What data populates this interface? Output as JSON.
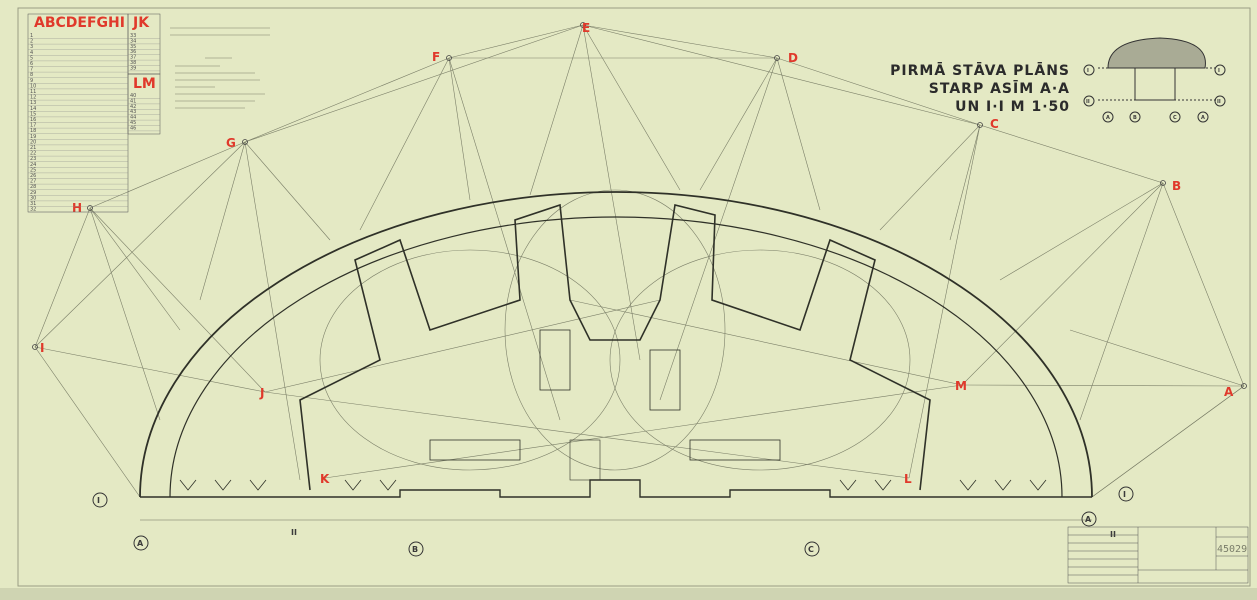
{
  "title": {
    "line1": "PIRMĀ  STĀVA  PLĀNS",
    "line2": "STARP  ASĪM  A·A",
    "line3": "UN  I·I  M  1·50"
  },
  "stations": {
    "A": "A",
    "B": "B",
    "C": "C",
    "D": "D",
    "E": "E",
    "F": "F",
    "G": "G",
    "H": "H",
    "I": "I",
    "J": "J",
    "K": "K",
    "L": "L",
    "M": "M"
  },
  "axes": {
    "I": "I",
    "II": "II",
    "A": "A",
    "B": "B",
    "C": "C"
  },
  "key_plan": {
    "row1": "I",
    "row2": "II",
    "cols": [
      "A",
      "B",
      "C",
      "A"
    ]
  },
  "coord_table": {
    "header_left": "ABCDEFGHI",
    "header_jk": "JK",
    "header_lm": "LM",
    "rows_left": [
      "1",
      "2",
      "3",
      "4",
      "5",
      "6",
      "7",
      "8",
      "9",
      "10",
      "11",
      "12",
      "13",
      "14",
      "15",
      "16",
      "17",
      "18",
      "19",
      "20",
      "21",
      "22",
      "23",
      "24",
      "25",
      "26",
      "27",
      "28",
      "29",
      "30",
      "31",
      "32"
    ],
    "rows_jk": [
      "33",
      "34",
      "35",
      "36",
      "37",
      "38",
      "39"
    ],
    "rows_lm": [
      "40",
      "41",
      "42",
      "43",
      "44",
      "45",
      "46"
    ]
  },
  "title_block": {
    "drawing_number": "45029"
  },
  "colors": {
    "paper": "#e4e9c4",
    "lines": "#6b6f5a",
    "station_red": "#e0392b",
    "ink": "#2b2b2b"
  }
}
